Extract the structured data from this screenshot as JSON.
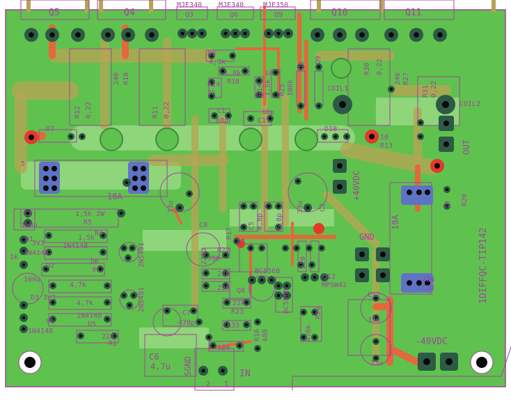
{
  "colors": {
    "board": "#5fc24f",
    "board_light": "#8fd57a",
    "outline": "#a0449a",
    "trace_top": "#e2693a",
    "trace_bottom": "#b4a553",
    "pad": "#2d5a45",
    "drill": "#0a0a0a",
    "via_blue": "#5f73c4"
  },
  "board_labels": {
    "brand_vertical": "1DIFFQC-TIP142",
    "pos_supply": "+40VDC",
    "neg_supply": "-40VDC",
    "gnd": "GND",
    "out": "OUT",
    "coil1": "COIL1",
    "coil2": "COIL2",
    "input": "IN",
    "sgnd": "SGND",
    "input_pin2": "2",
    "input_pin1": "1"
  },
  "transistors": {
    "q5": "Q5",
    "q4": "Q4",
    "q3_type": "MJE340",
    "q3": "Q3",
    "q6_type": "MJE340",
    "q6": "Q6",
    "q9_type": "MJE350",
    "q9": "Q9",
    "q10": "Q10",
    "q11": "Q11",
    "q7": "Q7",
    "q8": "Q8",
    "q12": "Q12",
    "q12_type": "MPSW42",
    "bc556b_a": "BC556B",
    "bc556b_b": "BC556B",
    "n2n5401": "2N5401",
    "n2n5401_b": "2N5401"
  },
  "resistors": {
    "r12": "R12",
    "r12_val": "0,22",
    "r11": "R11",
    "r11_val": "0,22",
    "r30": "R30",
    "r30_val": "0,22",
    "r31": "R31",
    "r31_val": "0,22",
    "r10": "R10",
    "r10_val": "240",
    "r27": "R27",
    "r27_val": "240",
    "r9": "R9",
    "r9_val": "4,3k",
    "r18": "R18",
    "r18_val": "1,8k",
    "r24": "R24",
    "r24_val": "2k",
    "r14": "R14",
    "r14_val": "1,5k",
    "r25": "R25",
    "r25_val": "100k",
    "r13": "R13",
    "r13_val": "10",
    "r20": "R20",
    "r20_val": "10",
    "r5": "R5",
    "r5_val": "1,5k 2W",
    "r4": "R4",
    "r4_val": "1,5k",
    "r3_val": "91",
    "r2_val": "4,7k",
    "r6_val": "4,7k",
    "r1": "R1",
    "r1_val": "220",
    "r22": "R22",
    "r22_val": "750",
    "r19_val": "220",
    "r8_val": "220",
    "r23": "R23",
    "r23_val": "22k",
    "r33": "R33",
    "r33_val": "180",
    "r16": "R16",
    "r16_val": "680",
    "r17": "R17",
    "r26": "R26",
    "r26_val": "470k",
    "r29_val": "180",
    "r32_val": "220",
    "r_top_val": "1k"
  },
  "capacitors": {
    "c1": "C1",
    "c1_val": "68p",
    "c11": "C11",
    "c11_val": "68p",
    "c2": "C2",
    "c2_val": "100u",
    "c3": "C3",
    "c3_val": "33u",
    "c4_val": "33u",
    "c5": "C5",
    "c5_val": "6,8p",
    "c9_val": "6,8p",
    "c8": "C8",
    "c8_val": "220u",
    "c7": "C7",
    "c7_val": "470p",
    "c6": "C6",
    "c6_val": "4,7u",
    "c10": "C10",
    "c10_val": "22N",
    "c12": "C12",
    "c12_val": "33u",
    "c13_val": "33u",
    "c_left_val": "100u"
  },
  "diodes": {
    "d7": "D7",
    "d8": "D8",
    "d9": "D9",
    "d10": "D10",
    "d1": "D1",
    "d2": "D2",
    "d3": "D3",
    "d5": "D5",
    "d6": "D6",
    "d1_val": "3V3",
    "d3_val": "3V3",
    "d2_type": "1N4148",
    "d6_type": "1N4148",
    "d5_type": "1N4148",
    "d4_type": "1N4148",
    "d1_sym": "91"
  },
  "fuses": {
    "f1_val": "10A",
    "f2_val": "10A"
  },
  "misc": {
    "r1_suffix": "1k",
    "r12_suffix": "5"
  }
}
